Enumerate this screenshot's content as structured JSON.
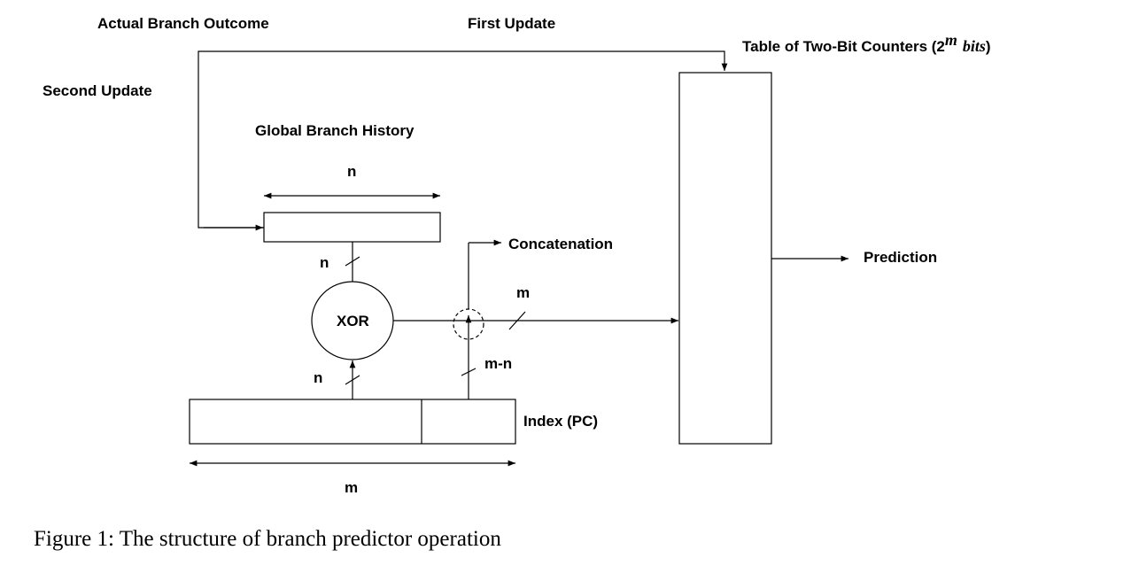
{
  "labels": {
    "actual_branch_outcome": "Actual Branch Outcome",
    "first_update": "First Update",
    "second_update": "Second Update",
    "table_title_prefix": "Table of Two-Bit Counters (2",
    "table_title_exp": "m",
    "table_title_bits": "bits",
    "table_title_suffix": ")",
    "global_branch_history": "Global Branch History",
    "ghr_width": "n",
    "ghr_to_xor_width": "n",
    "pc_to_xor_width": "n",
    "xor": "XOR",
    "concatenation": "Concatenation",
    "index_width": "m",
    "pc_upper_width": "m-n",
    "index_pc": "Index (PC)",
    "pc_width": "m",
    "prediction": "Prediction"
  },
  "caption": "Figure 1: The structure of branch predictor operation"
}
